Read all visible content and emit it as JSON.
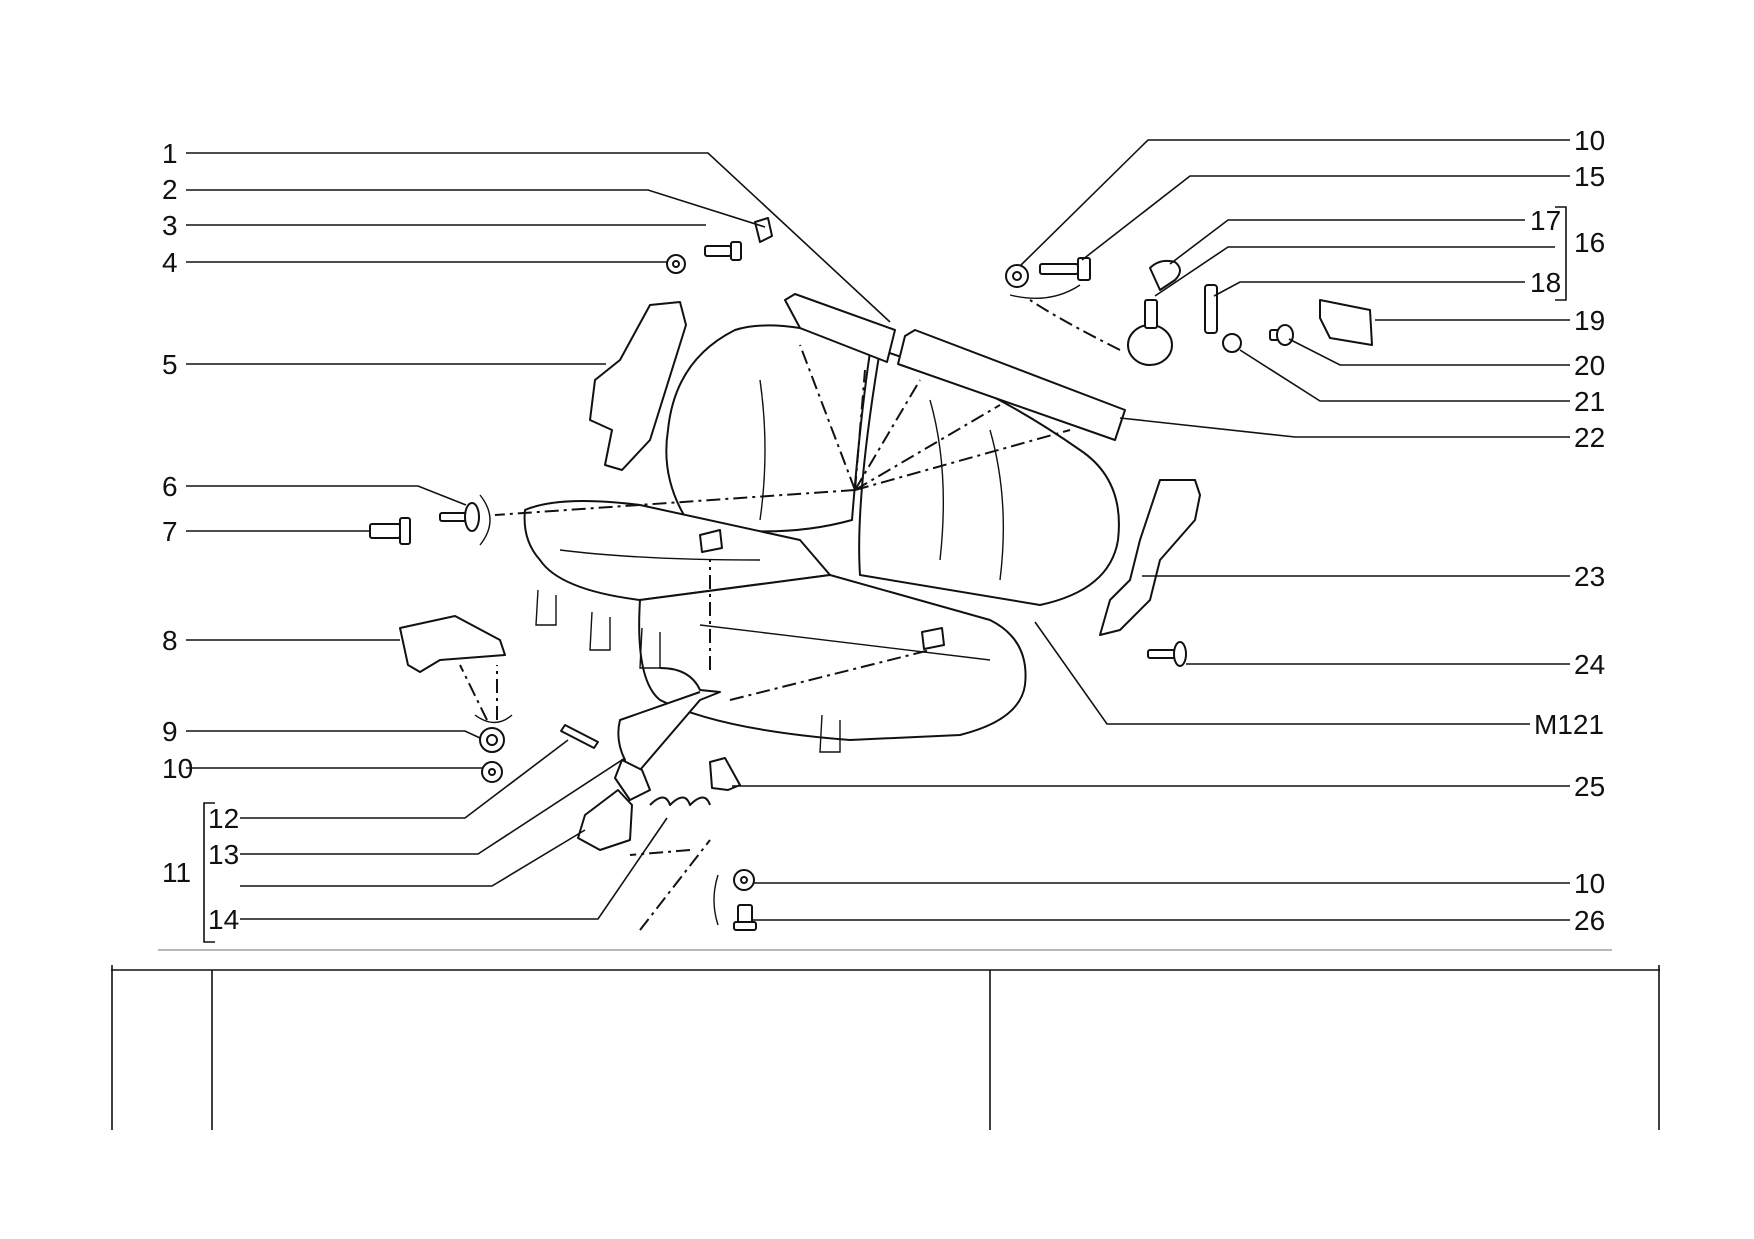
{
  "callouts_left": [
    "1",
    "2",
    "3",
    "4",
    "5",
    "6",
    "7",
    "8",
    "9",
    "10",
    "12",
    "13",
    "14",
    "11"
  ],
  "callouts_right": [
    "10",
    "15",
    "17",
    "16",
    "18",
    "19",
    "20",
    "21",
    "22",
    "23",
    "24",
    "M121",
    "25",
    "10",
    "26"
  ]
}
